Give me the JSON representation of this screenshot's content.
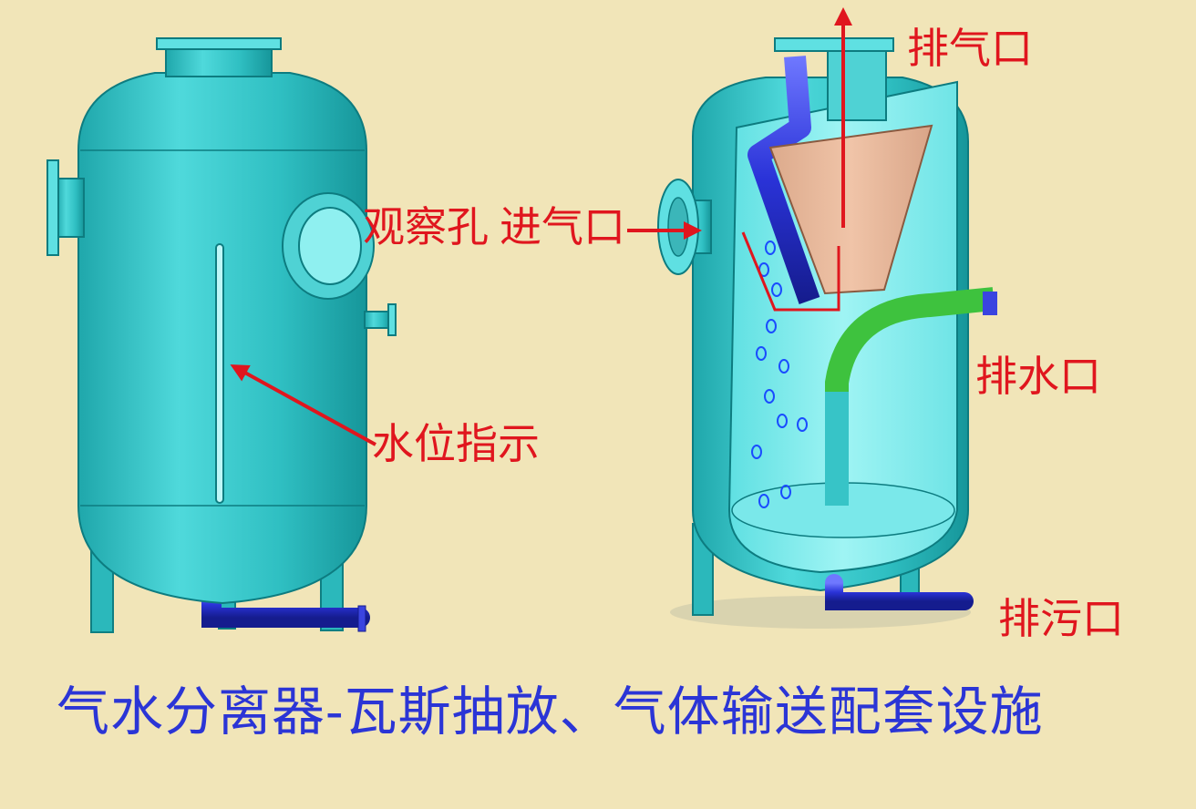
{
  "labels": {
    "observation_hole": "观察孔",
    "gas_inlet": "进气口",
    "gas_outlet": "排气口",
    "water_outlet": "排水口",
    "sewage_outlet": "排污口",
    "water_level": "水位指示"
  },
  "caption": "气水分离器-瓦斯抽放、气体输送配套设施",
  "colors": {
    "background": "#f1e5b8",
    "vessel": "#3cc7c9",
    "interior": "#8ff0f0",
    "pipe_blue": "#2a33d8",
    "pipe_green": "#3ec23e",
    "cone": "#e8b89a",
    "annotation_red": "#e0161e",
    "caption_blue": "#2b35d6"
  }
}
